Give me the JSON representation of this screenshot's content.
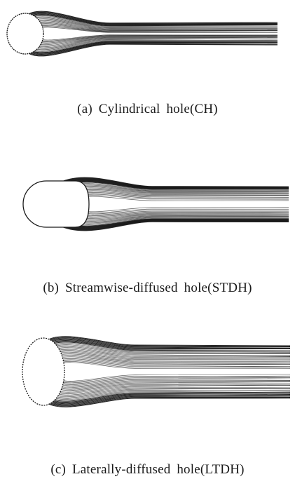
{
  "figure": {
    "panels": [
      {
        "id": "a",
        "caption": "(a) Cylindrical hole(CH)",
        "hole_shape": "cylindrical"
      },
      {
        "id": "b",
        "caption": "(b) Streamwise-diffused hole(STDH)",
        "hole_shape": "streamwise-diffused"
      },
      {
        "id": "c",
        "caption": "(c) Laterally-diffused hole(LTDH)",
        "hole_shape": "laterally-diffused"
      }
    ],
    "colors": {
      "ink": "#1a1a1a",
      "background": "#ffffff"
    }
  }
}
